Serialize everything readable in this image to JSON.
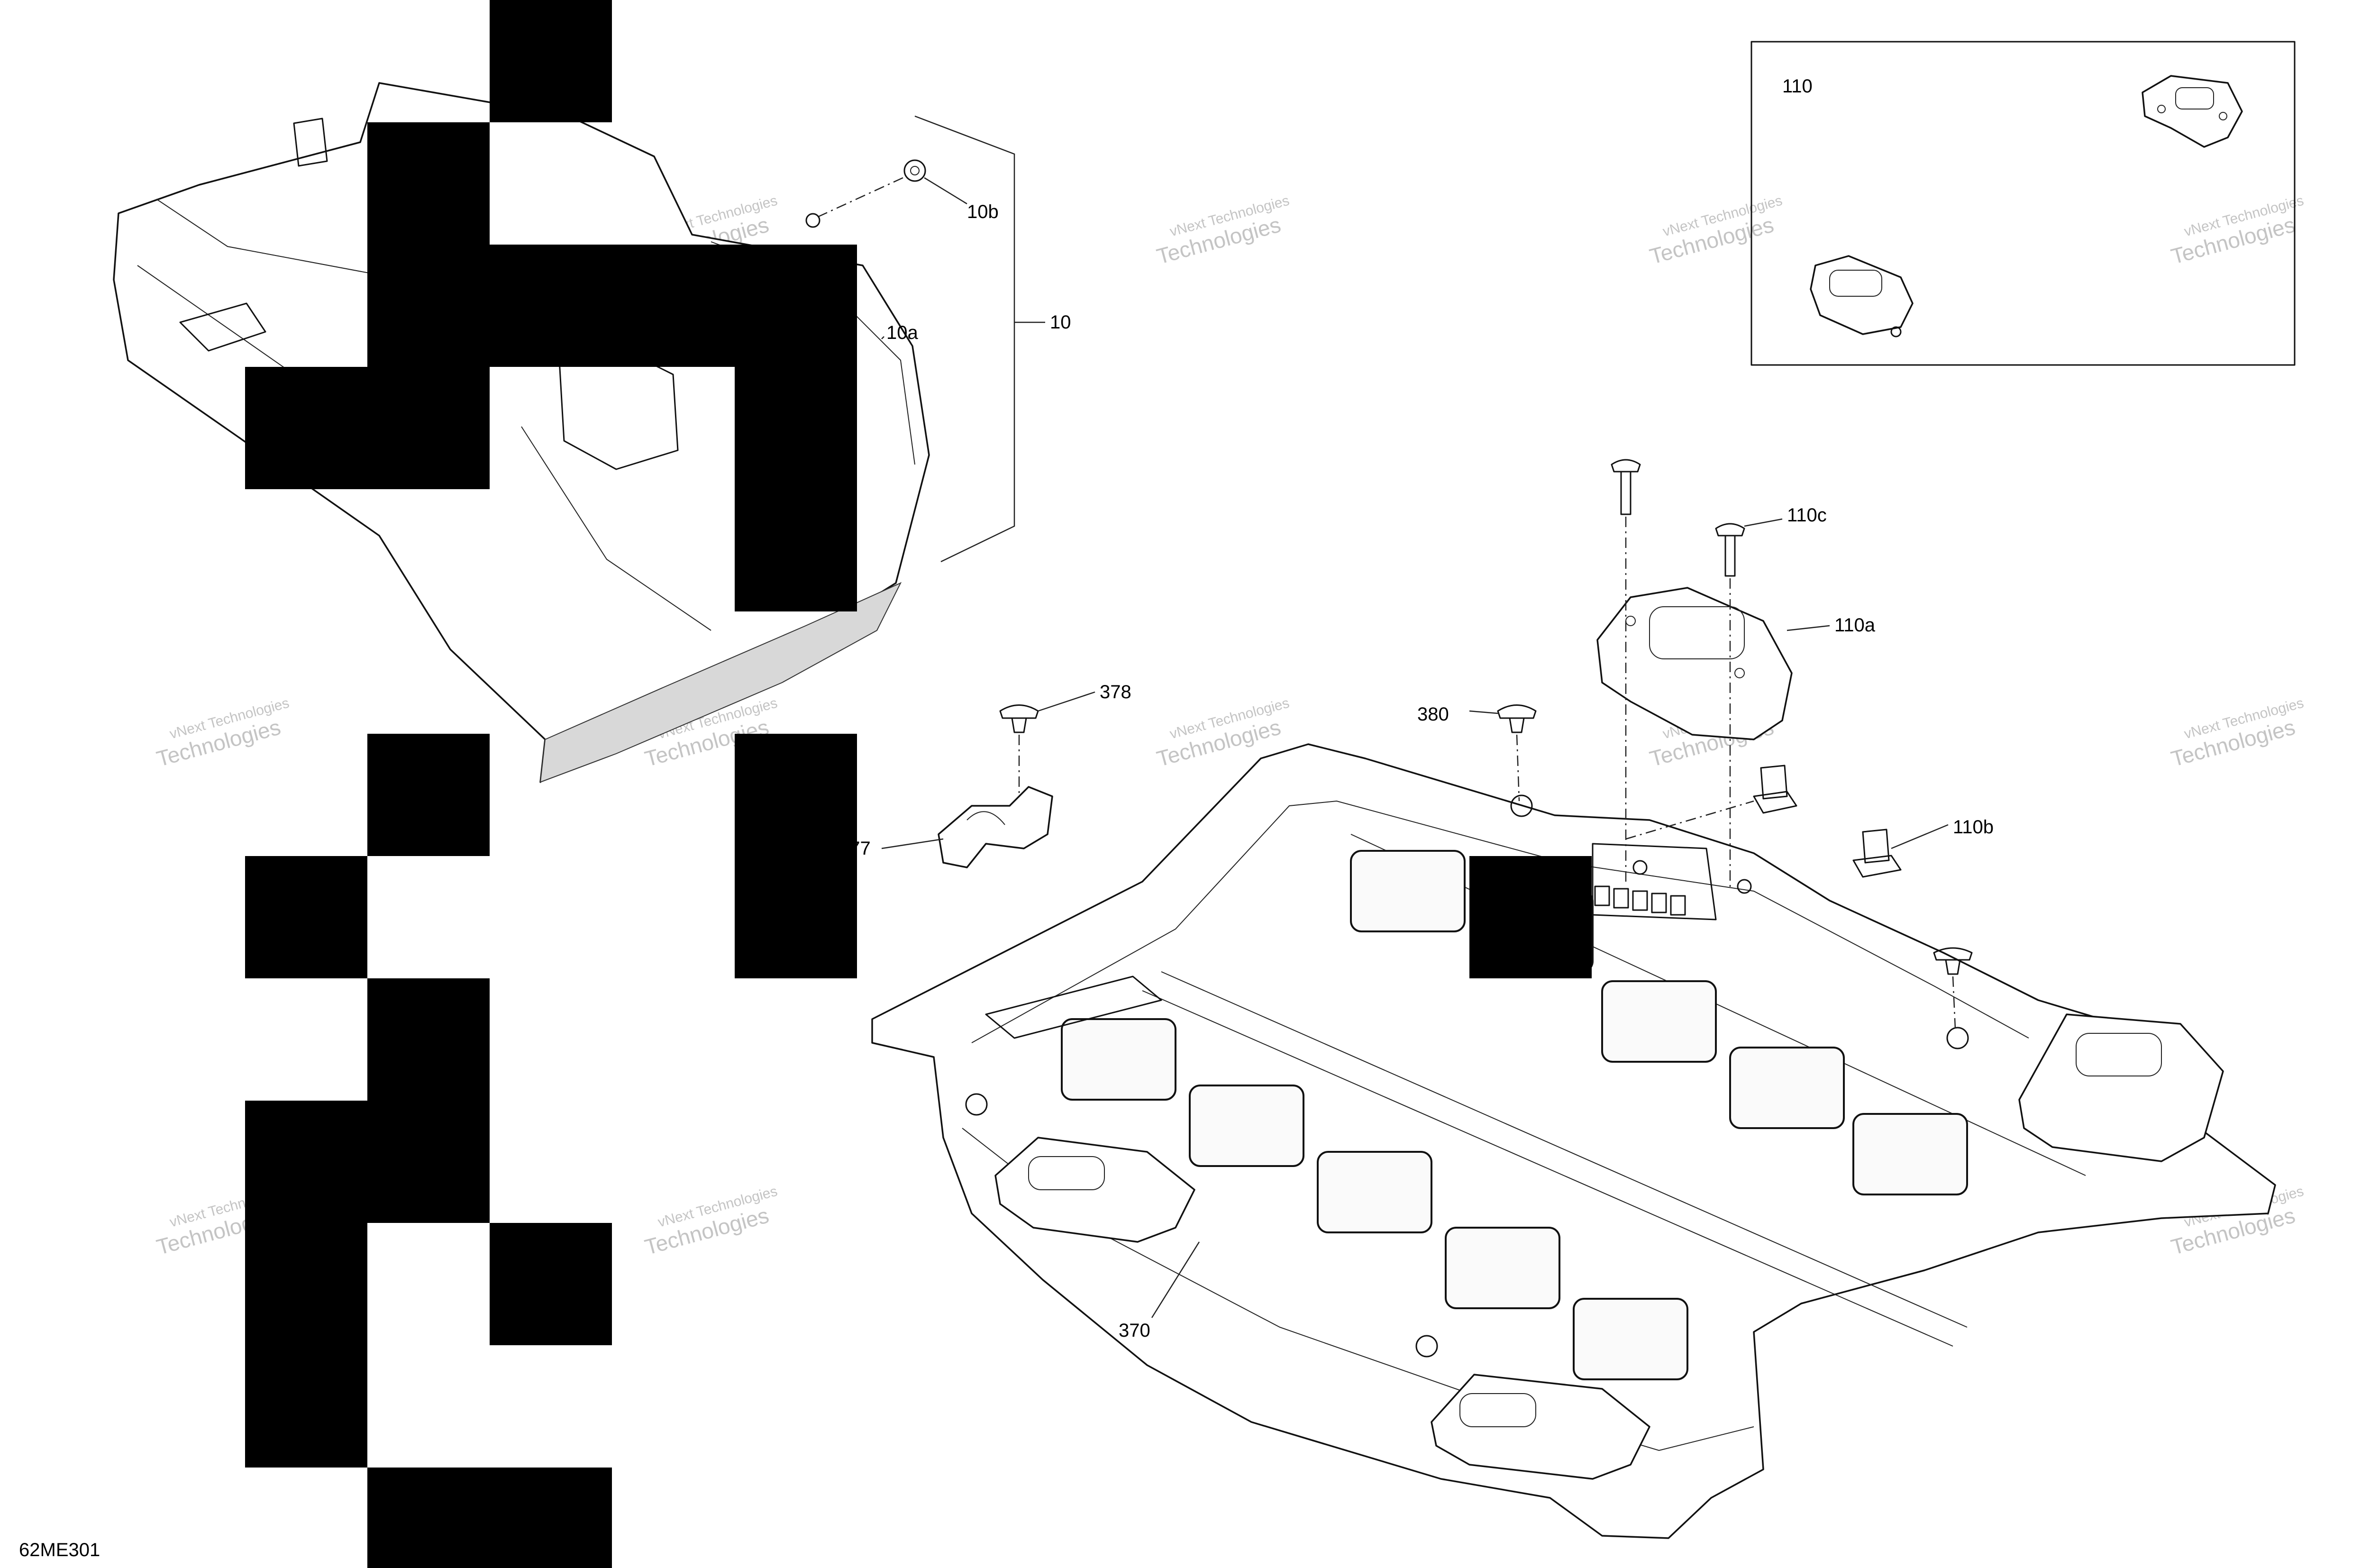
{
  "diagram_code": "62ME301",
  "watermark": {
    "line1": "vNext Technologies",
    "line2": "Technologies"
  },
  "callouts": {
    "c10": "10",
    "c10a": "10a",
    "c10b": "10b",
    "c110": "110",
    "c110a": "110a",
    "c110b": "110b",
    "c110c": "110c",
    "c370": "370",
    "c377": "377",
    "c378": "378",
    "c380": "380"
  },
  "colors": {
    "line": "#111111",
    "shade": "#d8d8d8",
    "watermark": "#c4c4c4",
    "redaction": "#000000"
  }
}
